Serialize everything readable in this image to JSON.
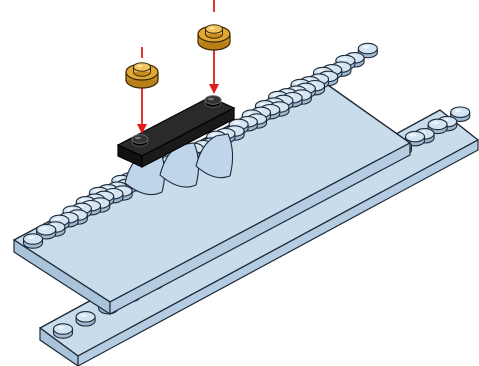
{
  "scene": {
    "kind": "lego-building-instruction-step",
    "pieces": [
      {
        "name": "tan-round-plate-1x1",
        "count": 2,
        "color": "#E0A830"
      },
      {
        "name": "black-plate-1x4",
        "count": 1,
        "color": "#1A1A1A"
      },
      {
        "name": "light-blue-plate-large",
        "count": 2,
        "color": "#C9DCEC"
      }
    ],
    "arrow_color": "#E21B1B",
    "outline_color": "#1E2A38",
    "transparent_support_color": "#BFD6EA"
  }
}
